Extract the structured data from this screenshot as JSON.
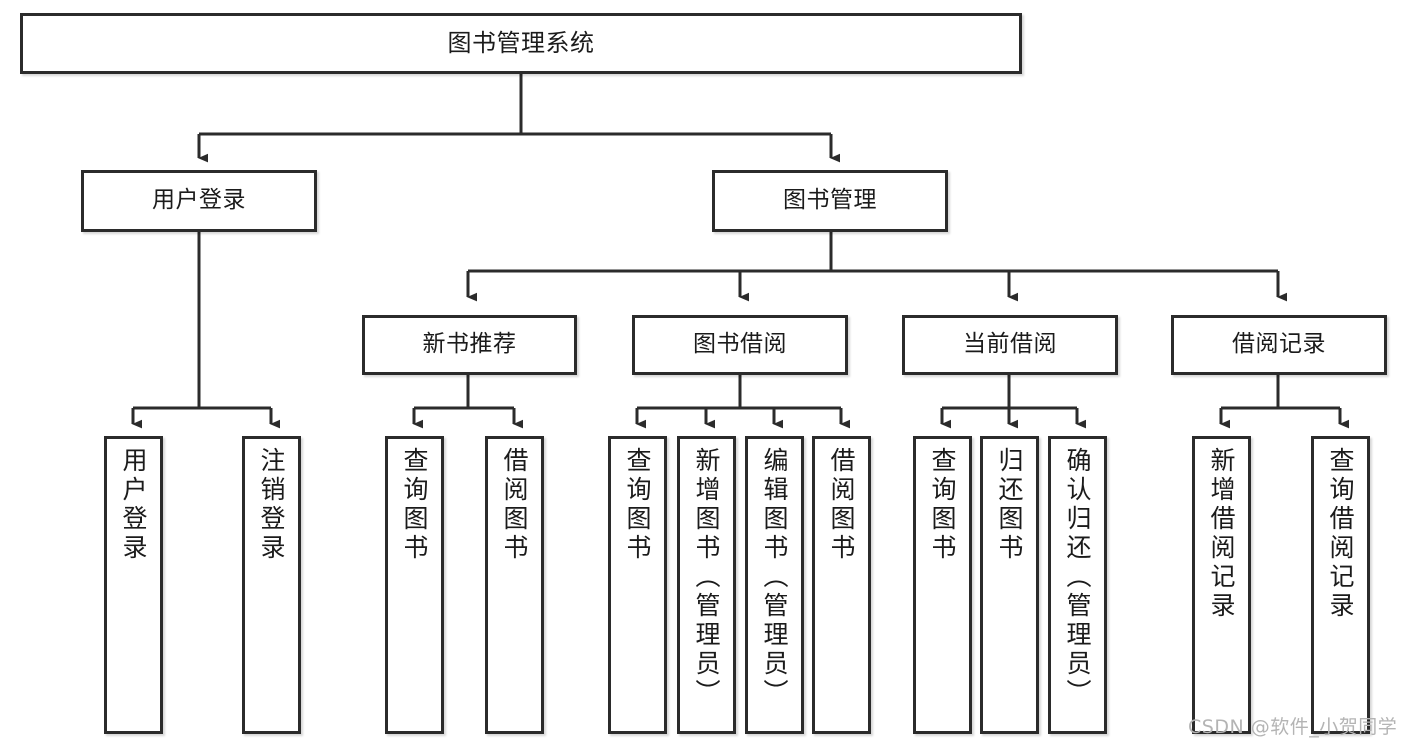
{
  "diagram": {
    "title": "图书管理系统",
    "type": "hierarchy-tree",
    "orientation": "top-down",
    "colors": {
      "box_border": "#2b2b2b",
      "box_fill": "#ffffff",
      "connector": "#2b2b2b",
      "text": "#1b1b1b",
      "watermark": "#b4b4b4"
    }
  },
  "nodes": {
    "root": {
      "label": "图书管理系统",
      "level": 1
    },
    "level2": [
      {
        "id": "user-login",
        "label": "用户登录"
      },
      {
        "id": "book-management",
        "label": "图书管理"
      }
    ],
    "level3": [
      {
        "id": "new-book-recommend",
        "label": "新书推荐"
      },
      {
        "id": "book-borrow",
        "label": "图书借阅"
      },
      {
        "id": "current-borrow",
        "label": "当前借阅"
      },
      {
        "id": "borrow-record",
        "label": "借阅记录"
      }
    ],
    "leaves": {
      "user-login": [
        {
          "id": "leaf-user-login",
          "label": "用户登录"
        },
        {
          "id": "leaf-logout-login",
          "label": "注销登录"
        }
      ],
      "new-book-recommend": [
        {
          "id": "leaf-query-book-1",
          "label": "查询图书"
        },
        {
          "id": "leaf-borrow-book-1",
          "label": "借阅图书"
        }
      ],
      "book-borrow": [
        {
          "id": "leaf-query-book-2",
          "label": "查询图书"
        },
        {
          "id": "leaf-add-book",
          "label": "新增图书（管理员）"
        },
        {
          "id": "leaf-edit-book",
          "label": "编辑图书（管理员）"
        },
        {
          "id": "leaf-borrow-book-2",
          "label": "借阅图书"
        }
      ],
      "current-borrow": [
        {
          "id": "leaf-query-book-3",
          "label": "查询图书"
        },
        {
          "id": "leaf-return-book",
          "label": "归还图书"
        },
        {
          "id": "leaf-confirm-return",
          "label": "确认归还（管理员）"
        }
      ],
      "borrow-record": [
        {
          "id": "leaf-add-record",
          "label": "新增借阅记录"
        },
        {
          "id": "leaf-query-record",
          "label": "查询借阅记录"
        }
      ]
    }
  },
  "watermark": {
    "text": "CSDN @软件_小贺同学"
  }
}
